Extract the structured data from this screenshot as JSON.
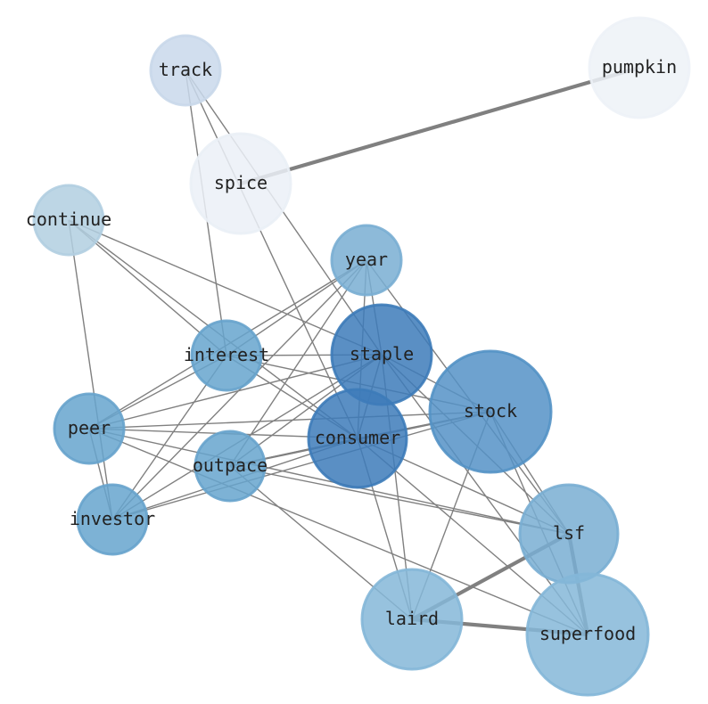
{
  "graph": {
    "nodes": [
      {
        "id": "track",
        "label": "track",
        "color": "#cfdff2"
      },
      {
        "id": "pumpkin",
        "label": "pumpkin",
        "color": "#f5f9ff"
      },
      {
        "id": "spice",
        "label": "spice",
        "color": "#f2f7fe"
      },
      {
        "id": "continue",
        "label": "continue",
        "color": "#b7d5e8"
      },
      {
        "id": "year",
        "label": "year",
        "color": "#7db4d9"
      },
      {
        "id": "interest",
        "label": "interest",
        "color": "#6aa9d3"
      },
      {
        "id": "staple",
        "label": "staple",
        "color": "#3f7fbf"
      },
      {
        "id": "stock",
        "label": "stock",
        "color": "#5797cc"
      },
      {
        "id": "peer",
        "label": "peer",
        "color": "#6aa9d3"
      },
      {
        "id": "consumer",
        "label": "consumer",
        "color": "#3f7fbf"
      },
      {
        "id": "outpace",
        "label": "outpace",
        "color": "#6aa9d3"
      },
      {
        "id": "investor",
        "label": "investor",
        "color": "#6aa9d3"
      },
      {
        "id": "lsf",
        "label": "lsf",
        "color": "#7db4d9"
      },
      {
        "id": "laird",
        "label": "laird",
        "color": "#88bddf"
      },
      {
        "id": "superfood",
        "label": "superfood",
        "color": "#88bddf"
      }
    ],
    "edges": [
      [
        "pumpkin",
        "spice",
        3
      ],
      [
        "track",
        "interest",
        1
      ],
      [
        "track",
        "consumer",
        1
      ],
      [
        "track",
        "staple",
        1
      ],
      [
        "continue",
        "investor",
        1
      ],
      [
        "continue",
        "interest",
        1
      ],
      [
        "continue",
        "consumer",
        1
      ],
      [
        "continue",
        "staple",
        1
      ],
      [
        "year",
        "interest",
        1
      ],
      [
        "year",
        "peer",
        1
      ],
      [
        "year",
        "outpace",
        1
      ],
      [
        "year",
        "investor",
        1
      ],
      [
        "year",
        "staple",
        1
      ],
      [
        "year",
        "consumer",
        1
      ],
      [
        "year",
        "lsf",
        1
      ],
      [
        "interest",
        "staple",
        1
      ],
      [
        "interest",
        "stock",
        1
      ],
      [
        "interest",
        "consumer",
        1
      ],
      [
        "interest",
        "peer",
        1
      ],
      [
        "interest",
        "investor",
        1
      ],
      [
        "staple",
        "peer",
        1
      ],
      [
        "staple",
        "outpace",
        1
      ],
      [
        "staple",
        "investor",
        1
      ],
      [
        "staple",
        "stock",
        1
      ],
      [
        "staple",
        "consumer",
        1
      ],
      [
        "staple",
        "laird",
        1
      ],
      [
        "staple",
        "lsf",
        1
      ],
      [
        "staple",
        "superfood",
        1
      ],
      [
        "peer",
        "investor",
        1
      ],
      [
        "peer",
        "stock",
        1
      ],
      [
        "peer",
        "consumer",
        1
      ],
      [
        "peer",
        "lsf",
        1
      ],
      [
        "peer",
        "superfood",
        1
      ],
      [
        "outpace",
        "stock",
        1.5
      ],
      [
        "outpace",
        "consumer",
        1
      ],
      [
        "outpace",
        "lsf",
        1
      ],
      [
        "outpace",
        "laird",
        1
      ],
      [
        "investor",
        "consumer",
        1
      ],
      [
        "investor",
        "stock",
        1
      ],
      [
        "consumer",
        "laird",
        1
      ],
      [
        "consumer",
        "superfood",
        1
      ],
      [
        "consumer",
        "lsf",
        1
      ],
      [
        "consumer",
        "stock",
        1
      ],
      [
        "stock",
        "laird",
        1
      ],
      [
        "stock",
        "lsf",
        1
      ],
      [
        "stock",
        "superfood",
        1
      ],
      [
        "lsf",
        "laird",
        3
      ],
      [
        "lsf",
        "superfood",
        3
      ],
      [
        "laird",
        "superfood",
        3
      ]
    ],
    "edge_color": "#808080"
  }
}
